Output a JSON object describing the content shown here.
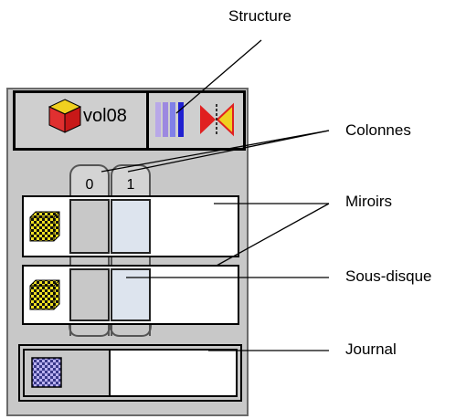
{
  "volume": {
    "name": "vol08"
  },
  "columns": {
    "labels": [
      "0",
      "1"
    ]
  },
  "callouts": {
    "structure": "Structure",
    "colonnes": "Colonnes",
    "miroirs": "Miroirs",
    "sous_disque": "Sous-disque",
    "journal": "Journal"
  },
  "icons": {
    "volume": "cube-icon",
    "structure": "striped-columns-icon",
    "mirror": "mirror-bowtie-icon",
    "submirror": "checkered-cube-icon",
    "log": "checkered-square-icon"
  },
  "colors": {
    "panel": "#c8c8c8",
    "cell_highlight": "#dde4ee",
    "stripe_blue": "#2020d0",
    "mirror_red": "#e02020",
    "cube_yellow": "#f0d020"
  }
}
